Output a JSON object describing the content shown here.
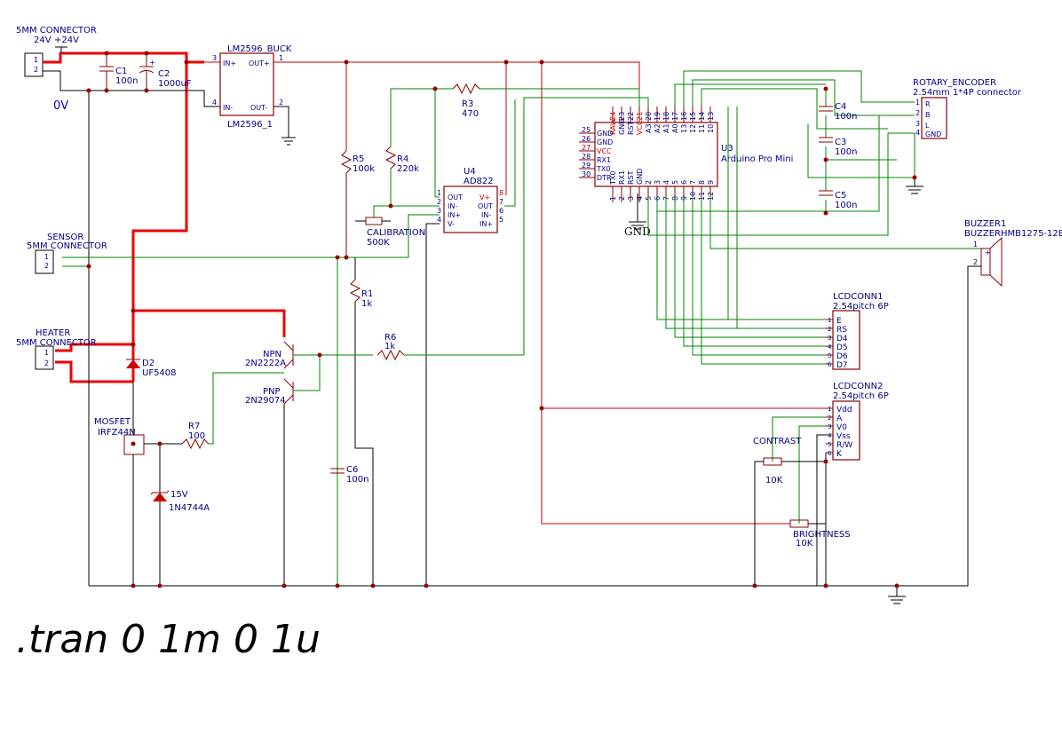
{
  "simulation": ".tran 0 1m 0 1u",
  "supply_note": "0V",
  "gnd_label": "GND",
  "components": {
    "power_conn": {
      "title": "5MM CONNECTOR",
      "volt1": "24V",
      "volt2": "+24V",
      "p1": "1",
      "p2": "2"
    },
    "c1": {
      "ref": "C1",
      "val": "100n"
    },
    "c2": {
      "ref": "C2",
      "val": "1000uF"
    },
    "buck": {
      "name": "LM2596_BUCK",
      "ref": "LM2596_1",
      "in_p": "IN+",
      "in_n": "IN-",
      "out_p": "OUT+",
      "out_n": "OUT-",
      "p3": "3",
      "p4": "4",
      "p1": "1",
      "p2": "2"
    },
    "r5": {
      "ref": "R5",
      "val": "100k"
    },
    "r4": {
      "ref": "R4",
      "val": "220k"
    },
    "r3": {
      "ref": "R3",
      "val": "470"
    },
    "r1": {
      "ref": "R1",
      "val": "1k"
    },
    "r6": {
      "ref": "R6",
      "val": "1k"
    },
    "r7": {
      "ref": "R7",
      "val": "100"
    },
    "c6": {
      "ref": "C6",
      "val": "100n"
    },
    "calib": {
      "ref": "CALIBRATION",
      "val": "500K"
    },
    "u4": {
      "ref": "U4",
      "name": "AD822",
      "pins_l": [
        "OUT",
        "IN-",
        "IN+",
        "V-"
      ],
      "nums_l": [
        "1",
        "2",
        "3",
        "4"
      ],
      "pins_r": [
        "V+",
        "OUT",
        "IN-",
        "IN+"
      ],
      "nums_r": [
        "8",
        "7",
        "6",
        "5"
      ]
    },
    "u3": {
      "ref": "U3",
      "name": "Arduino Pro Mini",
      "top_labels": [
        "RAW",
        "GND",
        "RST",
        "VCC",
        "A3",
        "A2",
        "A1",
        "A0",
        "13",
        "12",
        "11",
        "10"
      ],
      "top_nums": [
        "24",
        "23",
        "22",
        "21",
        "20",
        "19",
        "18",
        "17",
        "16",
        "15",
        "14",
        "13"
      ],
      "left_labels": [
        "GND",
        "GND",
        "VCC",
        "RX1",
        "TX0",
        "DTR"
      ],
      "left_nums": [
        "25",
        "26",
        "27",
        "28",
        "29",
        "30"
      ],
      "bot_labels": [
        "TX0",
        "RX1",
        "RST",
        "GND",
        "2",
        "3",
        "4",
        "5",
        "6",
        "7",
        "8",
        "9"
      ],
      "bot_nums": [
        "1",
        "2",
        "3",
        "4",
        "5",
        "6",
        "7",
        "8",
        "9",
        "10",
        "11",
        "12"
      ]
    },
    "rotary": {
      "ref": "ROTARY_ENCODER",
      "val": "2.54mm 1*4P connector",
      "pins": [
        "R",
        "B",
        "L",
        "GND"
      ],
      "nums": [
        "1",
        "2",
        "3",
        "4"
      ]
    },
    "c4": {
      "ref": "C4",
      "val": "100n"
    },
    "c3": {
      "ref": "C3",
      "val": "100n"
    },
    "c5": {
      "ref": "C5",
      "val": "100n"
    },
    "buzzer": {
      "ref": "BUZZER1",
      "val": "BUZZERHMB1275-12B",
      "p1": "1",
      "p2": "2",
      "plus": "+"
    },
    "sensor": {
      "title1": "SENSOR",
      "title2": "5MM CONNECTOR",
      "p1": "1",
      "p2": "2"
    },
    "heater": {
      "title1": "HEATER",
      "title2": "5MM CONNECTOR",
      "p1": "1",
      "p2": "2"
    },
    "d2": {
      "ref": "D2",
      "val": "UF5408"
    },
    "npn": {
      "ref": "NPN",
      "val": "2N2222A"
    },
    "pnp": {
      "ref": "PNP",
      "val": "2N29074"
    },
    "mosfet": {
      "ref": "MOSFET",
      "val": "IRFZ44N"
    },
    "zener": {
      "ref": "15V",
      "val": "1N4744A"
    },
    "lcd1": {
      "ref": "LCDCONN1",
      "val": "2.54pitch 6P",
      "pins": [
        "E",
        "RS",
        "D4",
        "D5",
        "D6",
        "D7"
      ],
      "nums": [
        "1",
        "2",
        "3",
        "4",
        "5",
        "6"
      ]
    },
    "lcd2": {
      "ref": "LCDCONN2",
      "val": "2.54pitch 6P",
      "pins": [
        "Vdd",
        "A",
        "V0",
        "Vss",
        "R/W",
        "K"
      ],
      "nums": [
        "1",
        "2",
        "3",
        "4",
        "5",
        "6"
      ]
    },
    "contrast": {
      "ref": "CONTRAST",
      "val": "10K"
    },
    "brightness": {
      "ref": "BRIGHTNESS",
      "val": "10K"
    }
  },
  "colors": {
    "wire": "#008400",
    "power_wire": "#ee0000",
    "symbol": "#880000",
    "label": "#000088"
  }
}
